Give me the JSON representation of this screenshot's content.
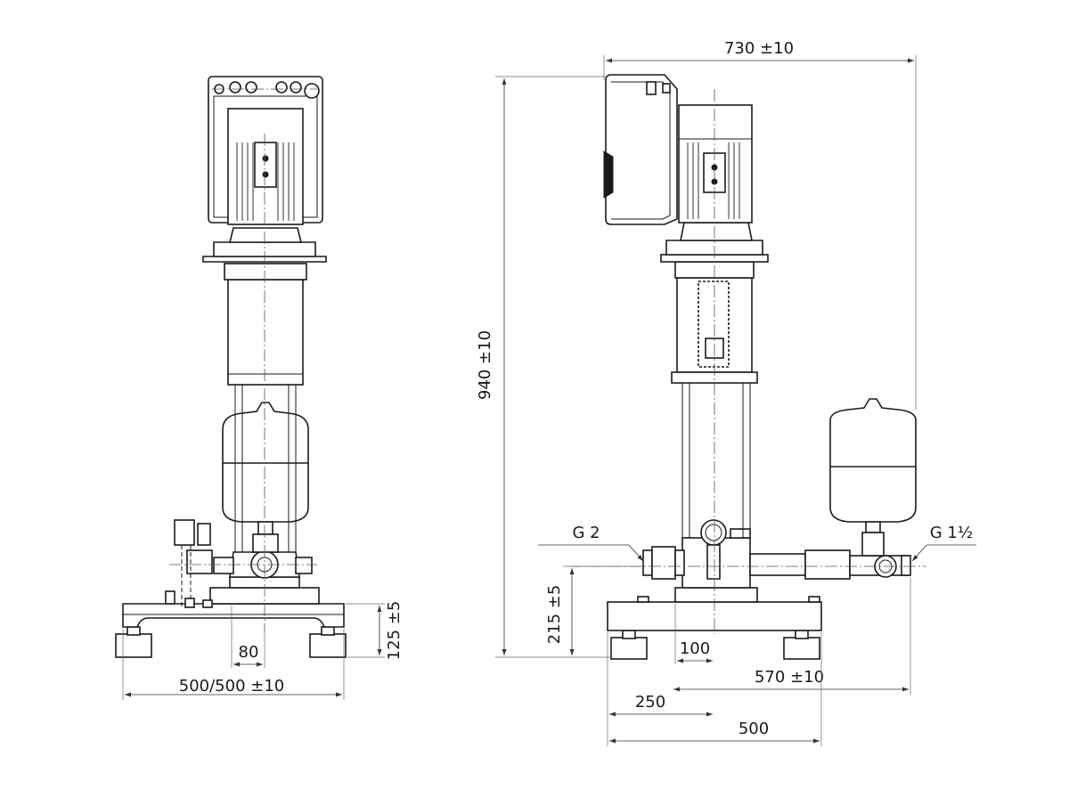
{
  "dimensions": {
    "total_width": "730 ±10",
    "total_height": "940 ±10",
    "left_base_width": "500/500 ±10",
    "left_center_offset": "80",
    "left_base_height": "125 ±5",
    "outlet_height": "215 ±5",
    "pump_offset": "100",
    "tank_offset": "570 ±10",
    "foot_to_center": "250",
    "base_depth": "500"
  },
  "connections": {
    "inlet": "G 2",
    "outlet": "G 1½"
  }
}
